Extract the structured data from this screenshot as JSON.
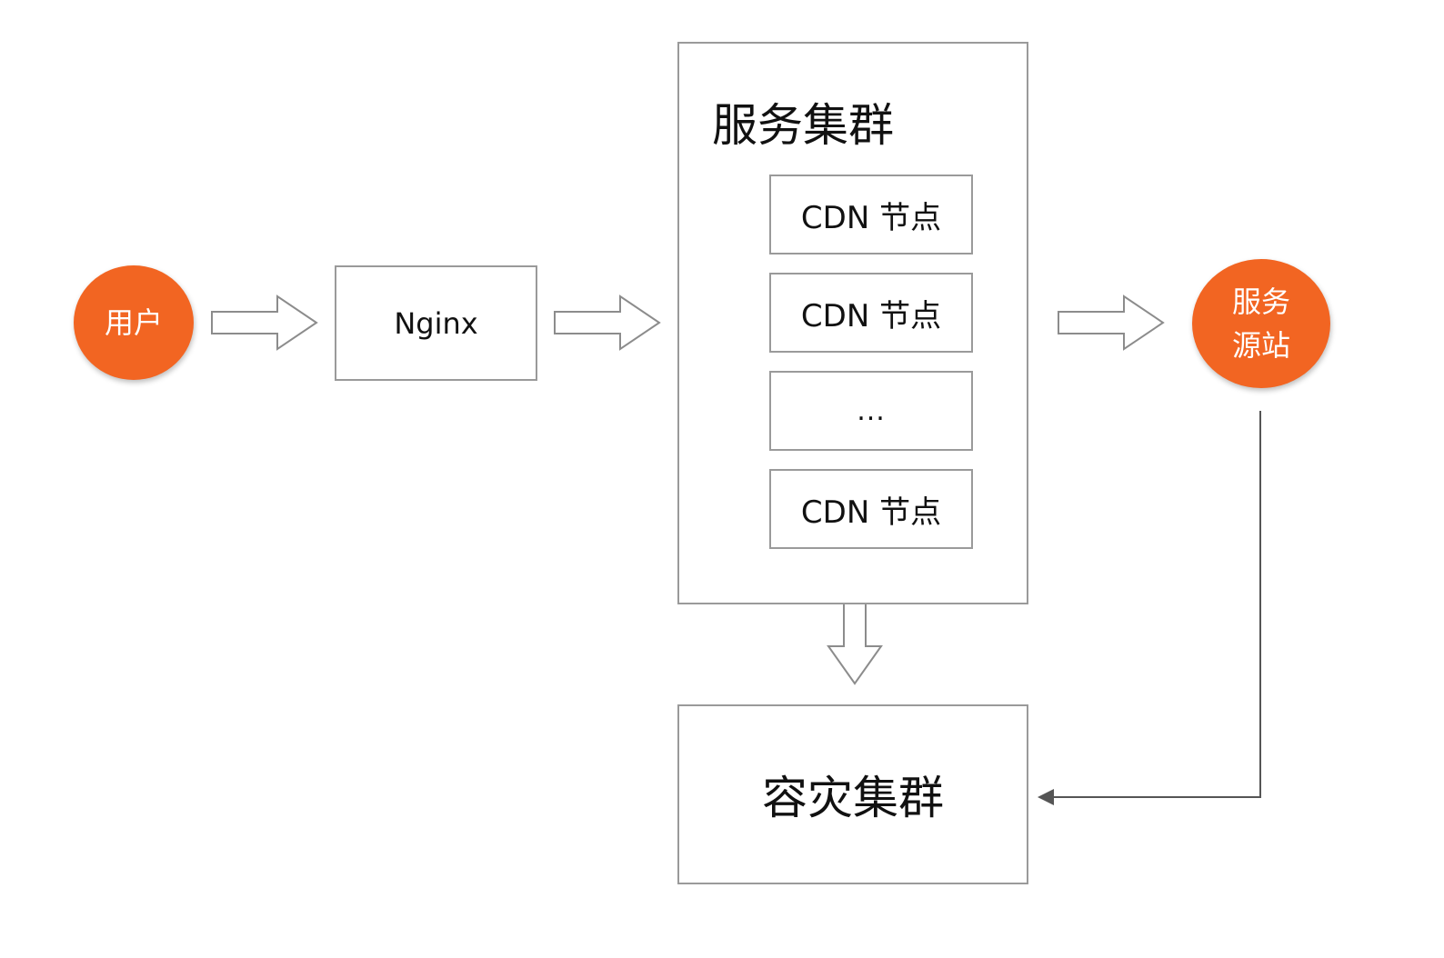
{
  "nodes": {
    "user": {
      "label": "用户"
    },
    "nginx": {
      "label": "Nginx"
    },
    "service_cluster": {
      "title": "服务集群",
      "items": [
        "CDN 节点",
        "CDN 节点",
        "...",
        "CDN 节点"
      ]
    },
    "origin": {
      "label_line1": "服务",
      "label_line2": "源站"
    },
    "dr_cluster": {
      "label": "容灾集群"
    }
  },
  "colors": {
    "accent": "#f26522",
    "border": "#9a9a9a",
    "arrow": "#8c8c8c",
    "connector": "#555555"
  }
}
